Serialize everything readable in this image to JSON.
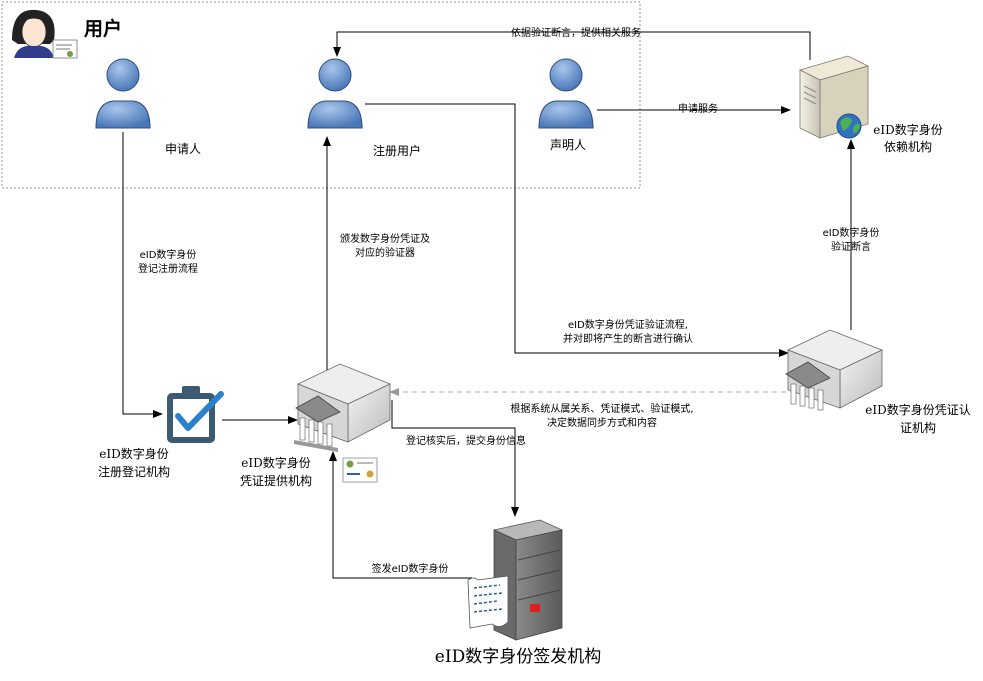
{
  "user_group": {
    "title": "用户"
  },
  "actors": {
    "applicant": "申请人",
    "registered_user": "注册用户",
    "claimant": "声明人"
  },
  "nodes": {
    "relying_party": [
      "eID数字身份",
      "依赖机构"
    ],
    "auth_center": [
      "eID数字身份凭证认",
      "证机构"
    ],
    "registration": [
      "eID数字身份",
      "注册登记机构"
    ],
    "credential_provider": [
      "eID数字身份",
      "凭证提供机构"
    ],
    "issuer": "eID数字身份签发机构"
  },
  "edges": {
    "provide_service": "依据验证断言，提供相关服务",
    "request_service": "申请服务",
    "registration_flow": [
      "eID数字身份",
      "登记注册流程"
    ],
    "issue_credential": [
      "颁发数字身份凭证及",
      "对应的验证器"
    ],
    "verify_assertion": [
      "eID数字身份",
      "验证断言"
    ],
    "verification_flow": [
      "eID数字身份凭证验证流程,",
      "并对即将产生的断言进行确认"
    ],
    "sync_policy": [
      "根据系统从属关系、凭证模式、验证模式,",
      "决定数据同步方式和内容"
    ],
    "submit_identity": "登记核实后，提交身份信息",
    "issue_eid": "签发eID数字身份"
  },
  "colors": {
    "person_blue": "#5b87c5",
    "person_outline": "#2d4f80",
    "line": "#000000",
    "dashed_group": "#999999",
    "dashed_sync": "#aaaaaa",
    "clipboard_frame": "#3d5a73",
    "check_blue": "#2a82c9"
  }
}
